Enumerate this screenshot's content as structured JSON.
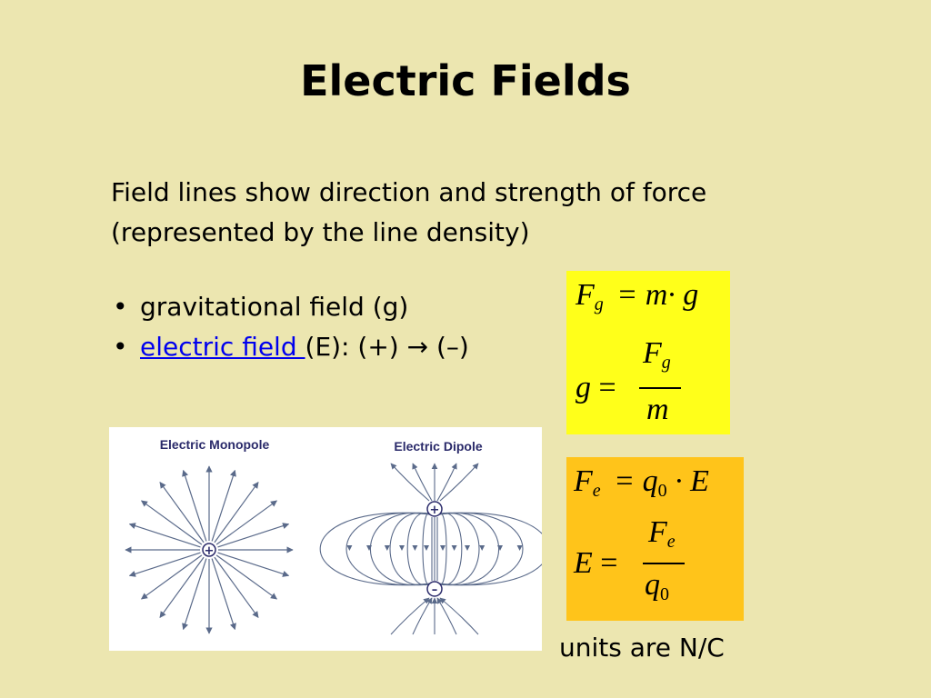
{
  "slide": {
    "title": "Electric Fields",
    "intro_line1": "Field lines show direction and strength of force",
    "intro_line2": "(represented by the line density)",
    "bullets": [
      {
        "marker": "•",
        "text": "gravitational field (g)"
      },
      {
        "marker": "•",
        "link_text": "electric field ",
        "rest_text": "(E):  (+) → (–)"
      }
    ],
    "units": "units are N/C"
  },
  "formulas": {
    "gravity": {
      "F": "F",
      "F_sub": "g",
      "eq1": "= m· g",
      "g": "g",
      "eq2": "=",
      "num_F": "F",
      "num_sub": "g",
      "den": "m",
      "color": "#ffff1a"
    },
    "electric": {
      "F": "F",
      "F_sub": "e",
      "eq1a": "= q",
      "eq1_sub": "0",
      "eq1b": "· E",
      "E": "E",
      "eq2": "=",
      "num_F": "F",
      "num_sub": "e",
      "den": "q",
      "den_sub": "0",
      "color": "#ffc41a"
    }
  },
  "diagram": {
    "monopole_label": "Electric Monopole",
    "dipole_label": "Electric Dipole",
    "monopole_charge": "+",
    "dipole_positive": "+",
    "dipole_negative": "–",
    "line_color": "#5a6a8a",
    "label_color": "#2a2a6a"
  }
}
